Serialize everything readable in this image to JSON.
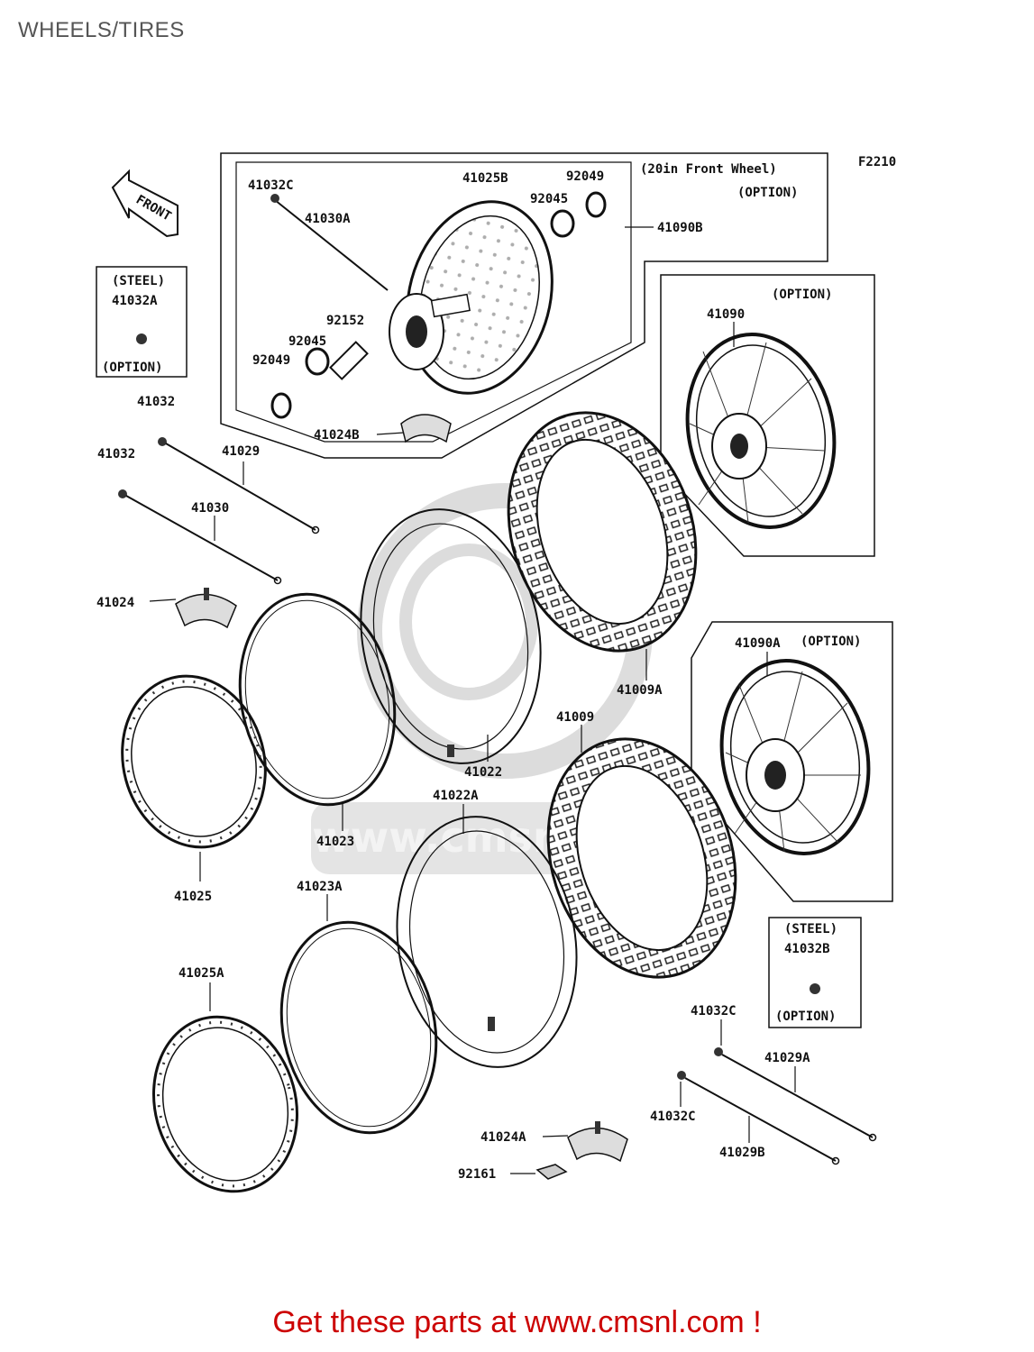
{
  "page": {
    "title": "WHEELS/TIRES",
    "figure_code": "F2210",
    "cta": "Get these parts at www.cmsnl.com !",
    "cta_color": "#cc0000",
    "watermark": "www.cmsnl.com",
    "watermark_color": "#d9d9d9"
  },
  "labels": {
    "front": "FRONT",
    "front_wheel_20in": "(20in Front Wheel)",
    "option": "(OPTION)",
    "steel": "(STEEL)"
  },
  "parts": {
    "p41032C_top": "41032C",
    "p41030A": "41030A",
    "p41025B": "41025B",
    "p92049_top": "92049",
    "p92045_top": "92045",
    "p41090B": "41090B",
    "p41032A": "41032A",
    "p92152": "92152",
    "p92045_left": "92045",
    "p92049_left": "92049",
    "p41024B": "41024B",
    "p41090": "41090",
    "p41032_a": "41032",
    "p41032_b": "41032",
    "p41029": "41029",
    "p41030": "41030",
    "p41024": "41024",
    "p41009A": "41009A",
    "p41090A": "41090A",
    "p41009": "41009",
    "p41022": "41022",
    "p41022A": "41022A",
    "p41023": "41023",
    "p41025": "41025",
    "p41023A": "41023A",
    "p41025A": "41025A",
    "p41032B": "41032B",
    "p41032C_right": "41032C",
    "p41029A": "41029A",
    "p41032C_bottom": "41032C",
    "p41029B": "41029B",
    "p41024A": "41024A",
    "p92161": "92161"
  }
}
